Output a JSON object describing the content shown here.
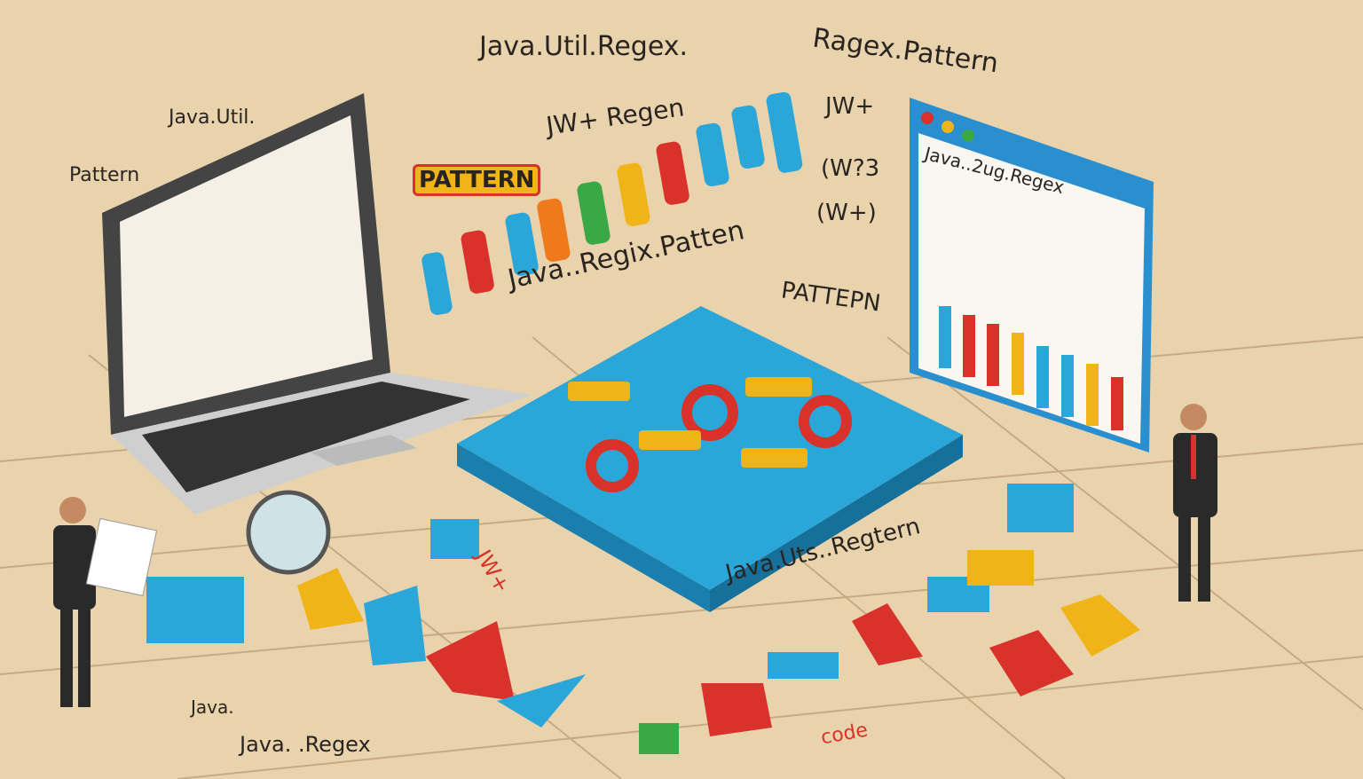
{
  "labels": {
    "top_center": "Java.Util.Regex.",
    "top_right": "Ragex.Pattern",
    "left_java_util": "Java.Util.",
    "left_pattern": "Pattern",
    "tag_pattern": "PATTERN",
    "jw_regen": "JW+ Regen",
    "jw_plus_1": "JW+",
    "jw_q": "(W?3",
    "jw_plus_2": "(W+)",
    "center_regix": "Java..Regix.Patten",
    "pattepn": "PATTEPN",
    "window_title": "Java..2ug.Regex",
    "bottom_regtern": "Java.Uts..Regtern",
    "bottom_java": "Java.",
    "bottom_regex": "Java. .Regex",
    "code": "code",
    "red_jw": "JW+"
  },
  "colors": {
    "background": "#e9d3ad",
    "blue": "#2aa6d8",
    "red": "#d8322a",
    "yellow": "#f0b419",
    "green": "#3aa845",
    "orange": "#ee7a1c"
  }
}
